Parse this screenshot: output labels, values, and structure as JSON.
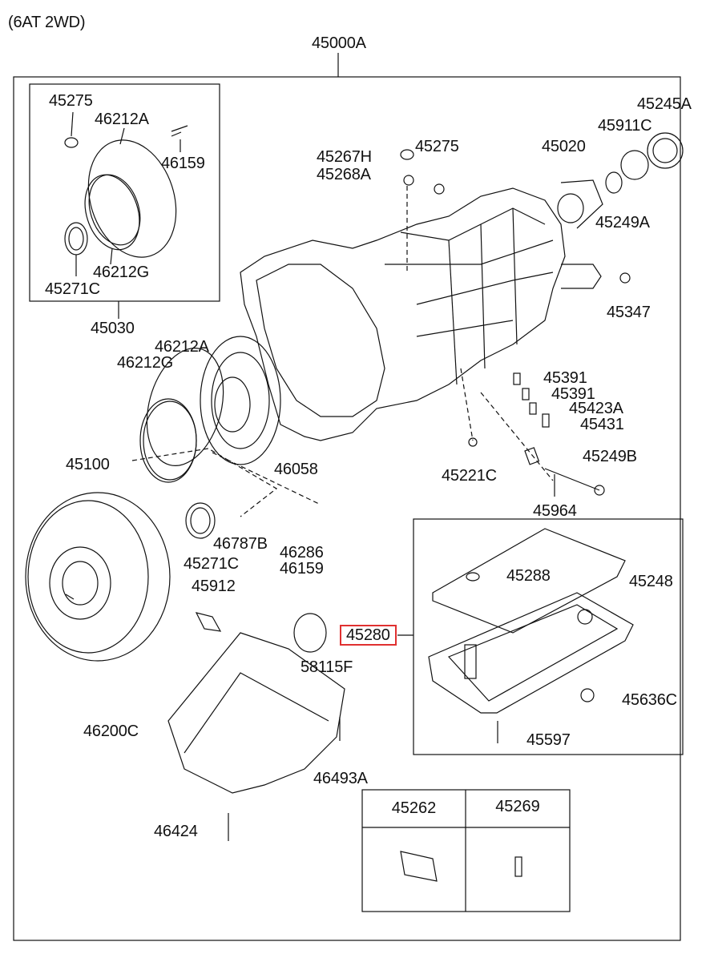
{
  "header": "(6AT 2WD)",
  "highlight_color": "#e03030",
  "top_assembly": "45000A",
  "labels": {
    "p45275_tl": "45275",
    "p46212A_tl": "46212A",
    "p46159_tl": "46159",
    "p46212G_tl": "46212G",
    "p45271C_tl": "45271C",
    "p45030": "45030",
    "p45267H": "45267H",
    "p45268A": "45268A",
    "p45275_mid": "45275",
    "p45020": "45020",
    "p45911C": "45911C",
    "p45245A": "45245A",
    "p45249A": "45249A",
    "p45347": "45347",
    "p46212A": "46212A",
    "p46212G": "46212G",
    "p45391a": "45391",
    "p45391b": "45391",
    "p45423A": "45423A",
    "p45431": "45431",
    "p45100": "45100",
    "p46058": "46058",
    "p45221C": "45221C",
    "p45249B": "45249B",
    "p45964": "45964",
    "p46787B": "46787B",
    "p45271C": "45271C",
    "p46286": "46286",
    "p46159": "46159",
    "p45912": "45912",
    "p45288": "45288",
    "p45248": "45248",
    "p45280": "45280",
    "p58115F": "58115F",
    "p46200C": "46200C",
    "p45636C": "45636C",
    "p45597": "45597",
    "p46493A": "46493A",
    "p46424": "46424"
  },
  "table": {
    "col1": "45262",
    "col2": "45269"
  }
}
